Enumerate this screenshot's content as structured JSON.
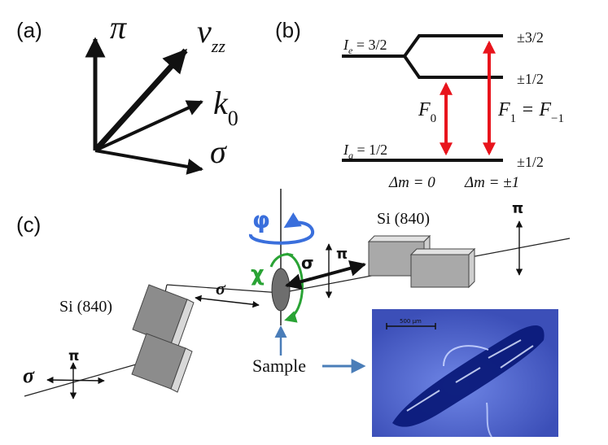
{
  "colors": {
    "arrow_red": "#e8141c",
    "phi_blue": "#3a6fdc",
    "chi_green": "#2aa335",
    "sample_label_blue": "#4a7db8",
    "crystal_gray": "#8a8a8a",
    "micrograph_bg": "#4a5cc4"
  },
  "panel_a": {
    "label": "(a)",
    "vectors": {
      "pi": "π",
      "vzz_base": "v",
      "vzz_sub": "zz",
      "k0_base": "k",
      "k0_sub": "0",
      "sigma": "σ"
    }
  },
  "panel_b": {
    "label": "(b)",
    "excited_level": {
      "symbol": "I",
      "sub": "e",
      "value": " = 3/2"
    },
    "ground_level": {
      "symbol": "I",
      "sub": "g",
      "value": " = 1/2"
    },
    "right_labels": {
      "top": "±3/2",
      "middle": "±1/2",
      "bottom": "±1/2"
    },
    "transition_f0": {
      "base": "F",
      "sub": "0"
    },
    "transition_f1": {
      "base": "F",
      "sub": "1",
      "eq": " = F",
      "sub2": "−1"
    },
    "delta_left": "Δm = 0",
    "delta_right": "Δm = ±1"
  },
  "panel_c": {
    "label": "(c)",
    "si_right": "Si (840)",
    "si_left": "Si (840)",
    "phi": "φ",
    "chi": "χ",
    "sigma_labels": {
      "center": "σ",
      "left_beam": "σ",
      "bottom": "σ"
    },
    "pi_labels": {
      "center": "π",
      "bottom": "π",
      "right": "π"
    },
    "sample_label": "Sample",
    "scale_bar": "500 μm"
  }
}
